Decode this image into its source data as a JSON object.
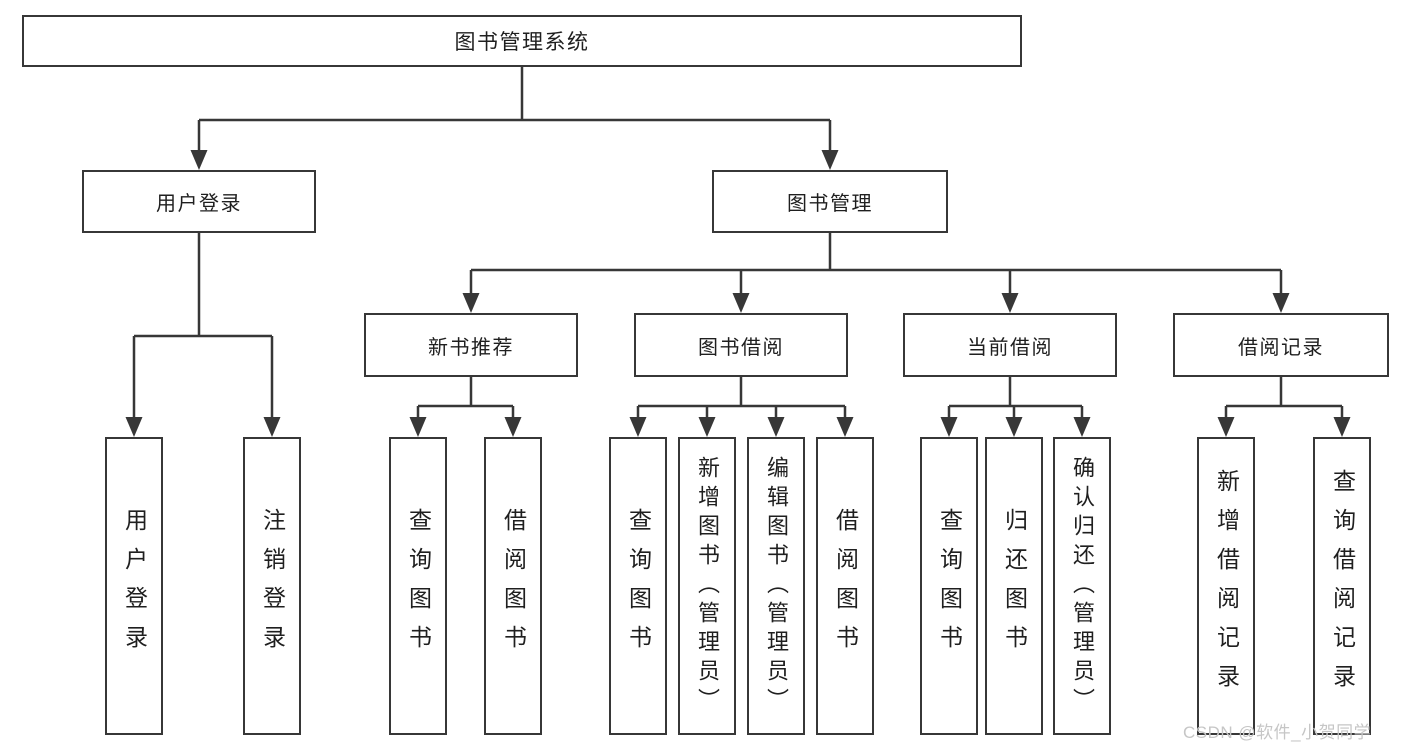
{
  "level1": {
    "label": "图书管理系统"
  },
  "level2": [
    {
      "label": "用户登录"
    },
    {
      "label": "图书管理"
    }
  ],
  "level3": [
    {
      "label": "新书推荐"
    },
    {
      "label": "图书借阅"
    },
    {
      "label": "当前借阅"
    },
    {
      "label": "借阅记录"
    }
  ],
  "leaves": [
    {
      "label": "用户登录"
    },
    {
      "label": "注销登录"
    },
    {
      "label": "查询图书"
    },
    {
      "label": "借阅图书"
    },
    {
      "label": "查询图书"
    },
    {
      "label": "新增图书（管理员）"
    },
    {
      "label": "编辑图书（管理员）"
    },
    {
      "label": "借阅图书"
    },
    {
      "label": "查询图书"
    },
    {
      "label": "归还图书"
    },
    {
      "label": "确认归还（管理员）"
    },
    {
      "label": "新增借阅记录"
    },
    {
      "label": "查询借阅记录"
    }
  ],
  "watermark": {
    "text": "CSDN @软件_小贺同学"
  },
  "colors": {
    "line": "#373737",
    "text": "#1f1f1f",
    "box_background": "#ffffff",
    "watermark": "#c6c6c6"
  }
}
